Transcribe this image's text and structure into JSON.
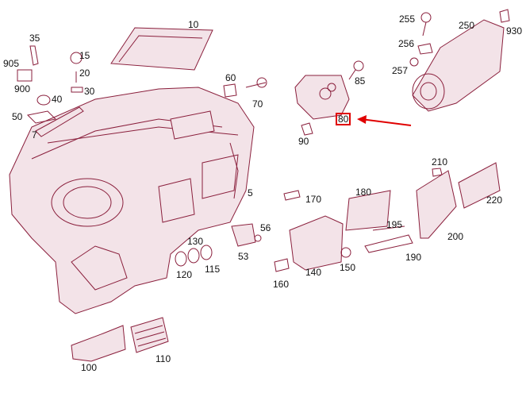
{
  "diagram": {
    "title": "Instrument panel exploded parts diagram",
    "highlighted_part": "80",
    "colors": {
      "outline": "#8a1f3c",
      "highlight": "#e00000"
    },
    "labels": [
      "10",
      "35",
      "15",
      "20",
      "30",
      "905",
      "900",
      "40",
      "50",
      "7",
      "60",
      "70",
      "85",
      "90",
      "80",
      "255",
      "250",
      "930",
      "256",
      "257",
      "5",
      "170",
      "180",
      "210",
      "220",
      "195",
      "56",
      "130",
      "53",
      "115",
      "120",
      "140",
      "150",
      "160",
      "190",
      "200",
      "100",
      "110"
    ]
  }
}
